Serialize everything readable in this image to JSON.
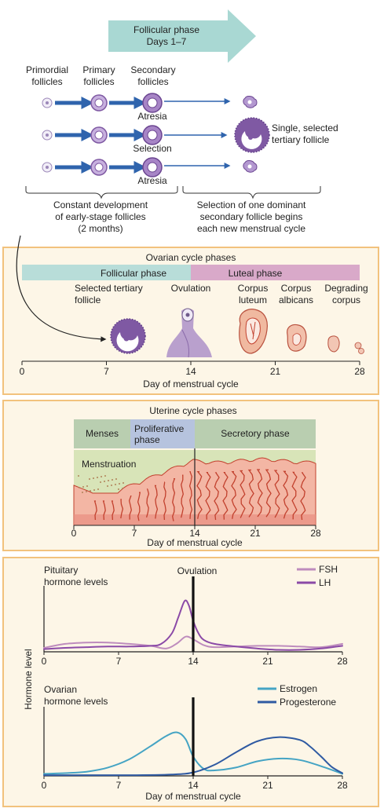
{
  "colors": {
    "panel_fill": "#fdf6e7",
    "panel_border": "#f2c27d",
    "follicular_bar": "#b8ddd9",
    "luteal_bar": "#d9a9c9",
    "proliferative_bar": "#b6c3de",
    "uterine_header": "#b9ceb0",
    "endometrium_bg": "#d8e4b8",
    "tissue_pink": "#f3b6a4",
    "tissue_line": "#c2412e",
    "follicle_purple": "#7f59a3",
    "arrow_blue": "#2f64ad",
    "fsh_line": "#be8cbd",
    "lh_line": "#8b4aa7",
    "estrogen_line": "#45a4c4",
    "progesterone_line": "#2f5aa2"
  },
  "header": {
    "phase_arrow_line1": "Follicular phase",
    "phase_arrow_line2": "Days 1–7"
  },
  "follicle_development": {
    "col_primordial_line1": "Primordial",
    "col_primordial_line2": "follicles",
    "col_primary_line1": "Primary",
    "col_primary_line2": "follicles",
    "col_secondary_line1": "Secondary",
    "col_secondary_line2": "follicles",
    "row1_fate": "Atresia",
    "row2_fate": "Selection",
    "row3_fate": "Atresia",
    "selected_label_line1": "Single, selected",
    "selected_label_line2": "tertiary follicle",
    "caption_left": [
      "Constant development",
      "of early-stage follicles",
      "(2 months)"
    ],
    "caption_right": [
      "Selection of one dominant",
      "secondary follicle begins",
      "each new menstrual cycle"
    ]
  },
  "ovarian": {
    "title": "Ovarian cycle phases",
    "follicular": "Follicular phase",
    "luteal": "Luteal phase",
    "stage_selected_line1": "Selected tertiary",
    "stage_selected_line2": "follicle",
    "stage_ovulation": "Ovulation",
    "stage_cl_line1": "Corpus",
    "stage_cl_line2": "luteum",
    "stage_ca_line1": "Corpus",
    "stage_ca_line2": "albicans",
    "stage_dc_line1": "Degrading",
    "stage_dc_line2": "corpus",
    "ticks": [
      "0",
      "7",
      "14",
      "21",
      "28"
    ],
    "axis_label": "Day of menstrual cycle"
  },
  "uterine": {
    "title": "Uterine cycle phases",
    "menses": "Menses",
    "proliferative_line1": "Proliferative",
    "proliferative_line2": "phase",
    "secretory": "Secretory phase",
    "menstruation": "Menstruation",
    "ticks": [
      "0",
      "7",
      "14",
      "21",
      "28"
    ],
    "axis_label": "Day of menstrual cycle"
  },
  "hormones": {
    "ovulation": "Ovulation",
    "y_axis_label": "Hormone level",
    "axis_label": "Day of menstrual cycle",
    "pituitary_title_line1": "Pituitary",
    "pituitary_title_line2": "hormone levels",
    "ovarian_title_line1": "Ovarian",
    "ovarian_title_line2": "hormone levels",
    "ticks": [
      "0",
      "7",
      "14",
      "21",
      "28"
    ]
  },
  "chart_data": [
    {
      "type": "line",
      "title": "Pituitary hormone levels",
      "xlabel": "",
      "ylabel": "Hormone level",
      "xlim": [
        0,
        28
      ],
      "ylim": [
        0,
        10
      ],
      "x_ticks": [
        0,
        7,
        14,
        21,
        28
      ],
      "annotation": "Ovulation",
      "annotation_x": 14,
      "legend_position": "top-right",
      "series": [
        {
          "name": "FSH",
          "x": [
            0,
            2,
            4,
            6,
            8,
            10,
            11.5,
            12.5,
            13.3,
            14,
            15,
            16,
            18,
            20,
            22,
            24,
            26,
            28
          ],
          "y": [
            0.6,
            1.2,
            1.4,
            1.4,
            1.2,
            0.9,
            0.5,
            1.3,
            2.3,
            1.9,
            1.0,
            0.7,
            0.8,
            0.9,
            0.9,
            0.8,
            0.7,
            1.2
          ]
        },
        {
          "name": "LH",
          "x": [
            0,
            2,
            4,
            6,
            8,
            10,
            11,
            12,
            12.6,
            13.2,
            13.6,
            14,
            14.5,
            15,
            16,
            18,
            20,
            22,
            24,
            26,
            28
          ],
          "y": [
            0.4,
            0.6,
            0.7,
            0.8,
            0.8,
            0.9,
            1.2,
            2.8,
            5.2,
            7.7,
            7.0,
            4.7,
            2.8,
            1.8,
            1.2,
            0.8,
            0.5,
            0.3,
            0.3,
            0.5,
            0.9
          ]
        }
      ]
    },
    {
      "type": "line",
      "title": "Ovarian hormone levels",
      "xlabel": "Day of menstrual cycle",
      "ylabel": "Hormone level",
      "xlim": [
        0,
        28
      ],
      "ylim": [
        0,
        10
      ],
      "x_ticks": [
        0,
        7,
        14,
        21,
        28
      ],
      "legend_position": "top-right",
      "series": [
        {
          "name": "Estrogen",
          "x": [
            0,
            2,
            4,
            6,
            8,
            10,
            11.5,
            12.5,
            13.3,
            14,
            15,
            16,
            18,
            20,
            22,
            24,
            26,
            28
          ],
          "y": [
            0.3,
            0.4,
            0.6,
            1.2,
            2.4,
            4.3,
            5.8,
            6.3,
            5.3,
            2.8,
            1.0,
            0.8,
            1.2,
            2.1,
            2.5,
            2.3,
            1.4,
            0.3
          ]
        },
        {
          "name": "Progesterone",
          "x": [
            0,
            4,
            8,
            12,
            14,
            16,
            18,
            20,
            22,
            24,
            25,
            26,
            27,
            28
          ],
          "y": [
            0.1,
            0.1,
            0.1,
            0.2,
            0.5,
            1.6,
            3.4,
            5.0,
            5.6,
            5.2,
            4.2,
            2.8,
            1.3,
            0.4
          ]
        }
      ]
    }
  ]
}
